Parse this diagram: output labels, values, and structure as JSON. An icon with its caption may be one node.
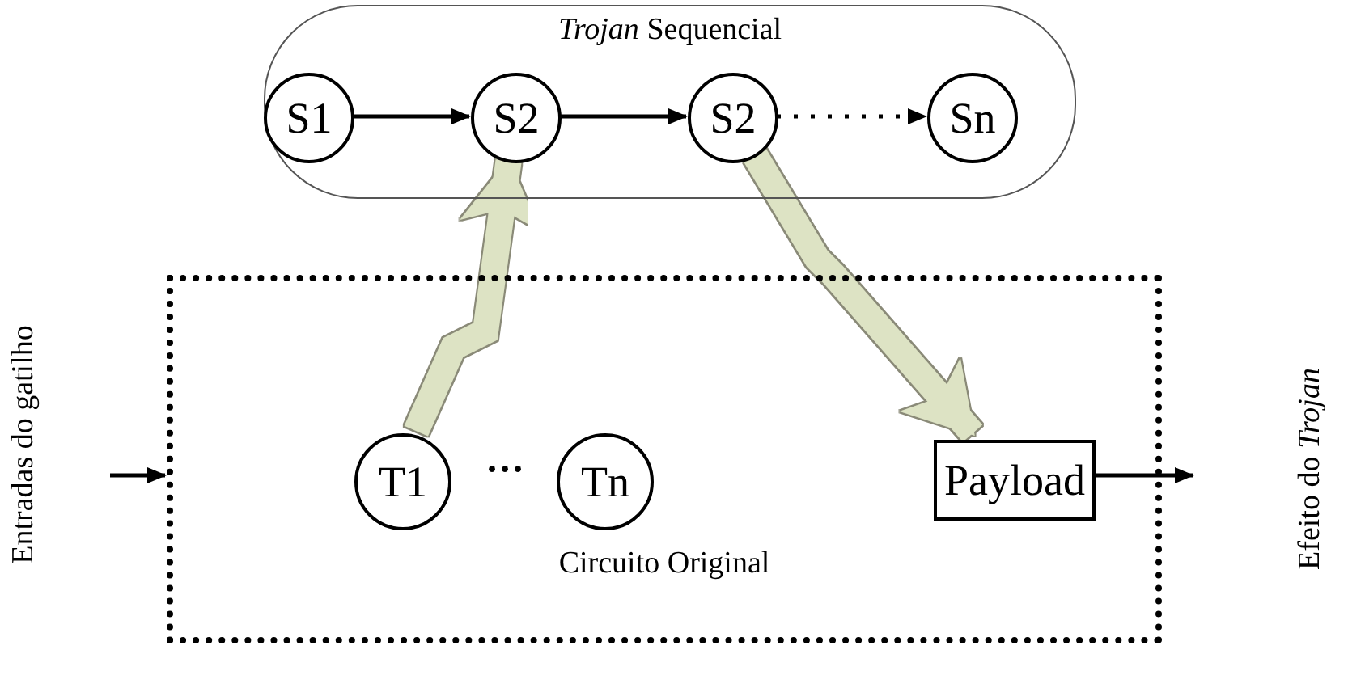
{
  "diagram": {
    "nodes": [
      {
        "text": [
          "*Trojan* Sequencial"
        ]
      },
      {
        "text": [
          "S1"
        ],
        "in": 0
      },
      {
        "text": [
          "S2"
        ],
        "in": 0
      },
      {
        "text": [
          "S2"
        ],
        "in": 0
      },
      {
        "text": [
          "Sn"
        ],
        "in": 0
      },
      {
        "text": [
          "Circuito Original"
        ]
      },
      {
        "text": [
          "T1"
        ],
        "in": 5
      },
      {
        "text": [
          "Tn"
        ],
        "in": 5
      },
      {
        "text": [
          "Payload"
        ],
        "in": 5
      },
      {
        "text": [
          "Entradas do gatilho"
        ]
      },
      {
        "text": [
          "Efeito do *Trojan*"
        ]
      }
    ],
    "edges": [
      {
        "from": 1,
        "to": 2,
        "arrow": "to"
      },
      {
        "from": 2,
        "to": 3,
        "arrow": "to"
      },
      {
        "from": 3,
        "to": 4,
        "arrow": "to",
        "style": "dashed"
      },
      {
        "from": 6,
        "to": 2,
        "arrow": "to",
        "style": "thick",
        "color": "#dde3c4"
      },
      {
        "from": 3,
        "to": 8,
        "arrow": "to",
        "style": "thick",
        "color": "#dde3c4"
      },
      {
        "from": 9,
        "to": 5,
        "arrow": "to"
      },
      {
        "from": 8,
        "to": 10,
        "arrow": "to"
      }
    ],
    "labels": [
      "···"
    ]
  }
}
